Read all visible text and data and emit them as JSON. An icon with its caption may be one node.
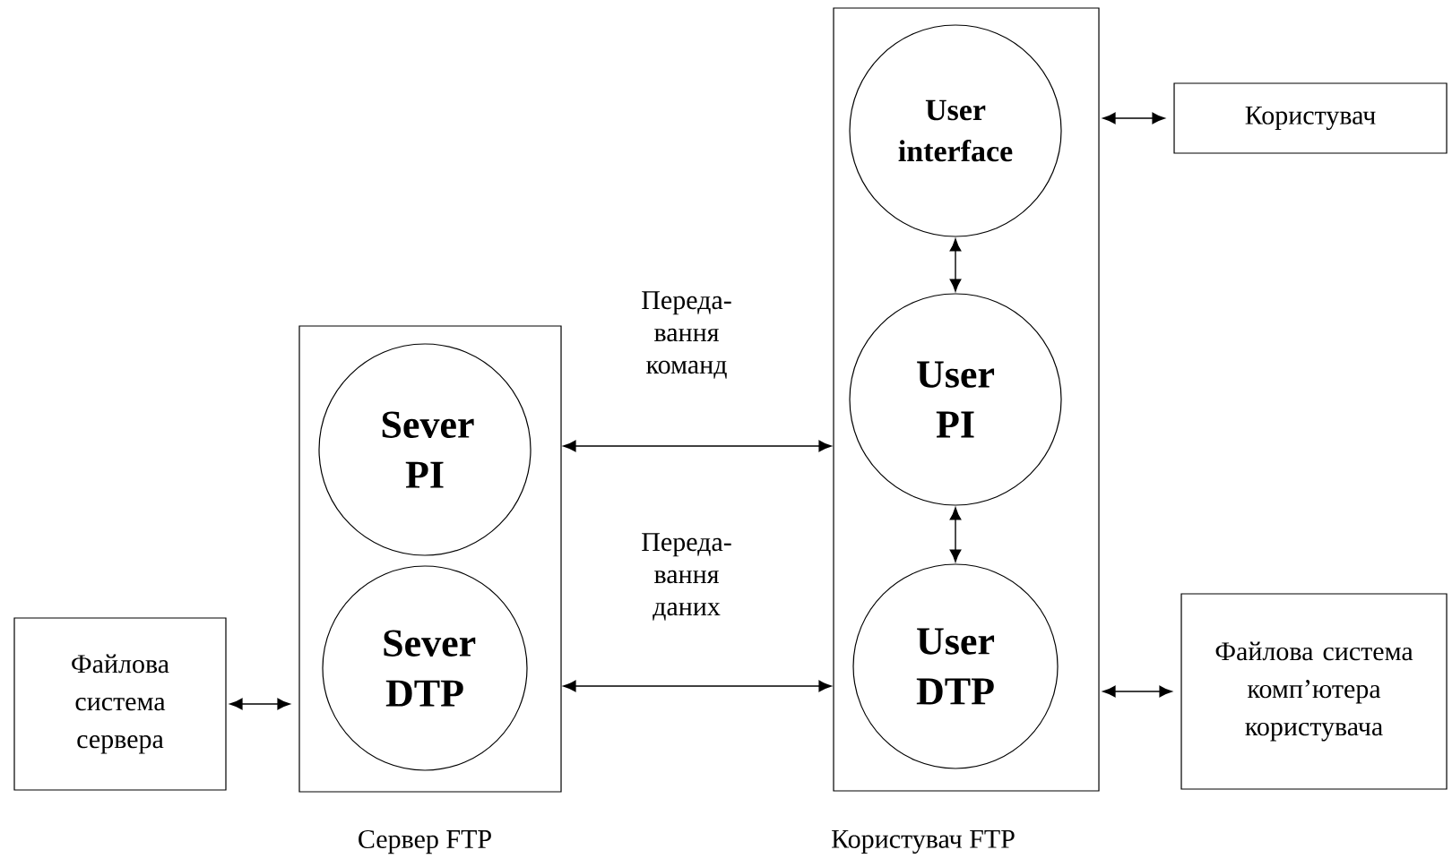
{
  "diagram": {
    "nodes": [
      {
        "text": [],
        "shape": "box",
        "beside": [
          "Сервер FTP"
        ]
      },
      {
        "text": [
          "Sever PI"
        ],
        "in": 0
      },
      {
        "text": [
          "Sever DTP"
        ],
        "in": 0
      },
      {
        "text": [],
        "shape": "box",
        "beside": [
          "Користувач FTP"
        ]
      },
      {
        "text": [
          "User interface"
        ],
        "in": 3
      },
      {
        "text": [
          "User PI"
        ],
        "in": 3
      },
      {
        "text": [
          "User DTP"
        ],
        "in": 3
      },
      {
        "text": [
          "Користувач"
        ]
      },
      {
        "text": [
          "Файлова система сервера"
        ]
      },
      {
        "text": [
          "Файлова система комп’ютера користувача"
        ]
      }
    ],
    "edges": [
      {
        "from": 1,
        "to": 5,
        "arrow": "both",
        "label": "Переда- вання команд"
      },
      {
        "from": 2,
        "to": 6,
        "arrow": "both",
        "label": "Переда- вання даних"
      },
      {
        "from": 4,
        "to": 5,
        "arrow": "both"
      },
      {
        "from": 5,
        "to": 6,
        "arrow": "both"
      },
      {
        "from": 4,
        "to": 7,
        "arrow": "both"
      },
      {
        "from": 8,
        "to": 2,
        "arrow": "both"
      },
      {
        "from": 6,
        "to": 9,
        "arrow": "both"
      }
    ]
  }
}
